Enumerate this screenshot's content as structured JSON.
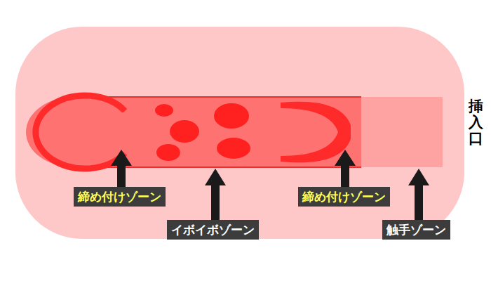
{
  "diagram": {
    "nodes": [
      {
        "text": [
          "締め付けゾーン"
        ]
      },
      {
        "text": [
          "イボイボゾーン"
        ]
      },
      {
        "text": [
          "締め付けゾーン"
        ]
      },
      {
        "text": [
          "触手ゾーン"
        ]
      }
    ],
    "labels": [
      "挿入口"
    ]
  }
}
